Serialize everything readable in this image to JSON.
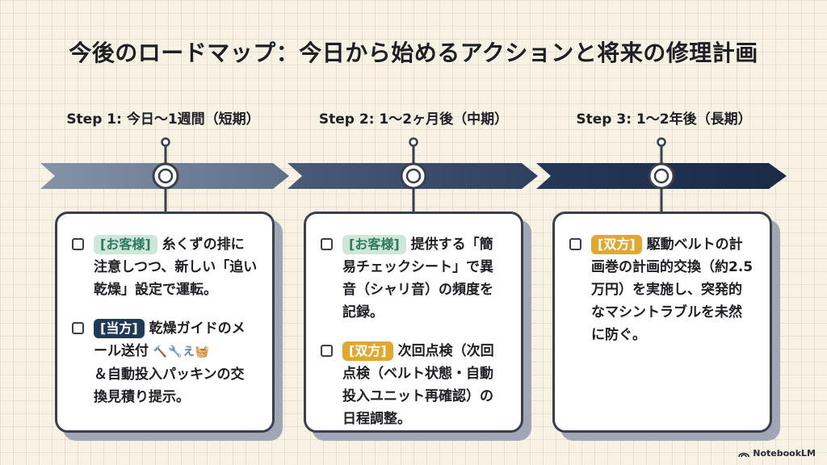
{
  "title": "今後のロードマップ：今日から始めるアクションと将来の修理計画",
  "steps": [
    {
      "heading": "Step 1: 今日〜1週間（短期）",
      "items": [
        {
          "tag": "[お客様]",
          "text": "糸くずの排に注意しつつ、新しい「追い乾燥」設定で運転。"
        },
        {
          "tag": "[当方]",
          "text": "乾燥ガイドのメール送付",
          "extra": "🔨🔧え🧺",
          "text2": "＆自動投入パッキンの交換見積り提示。"
        }
      ]
    },
    {
      "heading": "Step 2: 1〜2ヶ月後（中期）",
      "items": [
        {
          "tag": "[お客様]",
          "text": "提供する「簡易チェックシート」で異音（シャリ音）の頻度を記録。"
        },
        {
          "tag": "[双方]",
          "text": "次回点検（次回点検（ベルト状態・自動投入ユニット再確認）の日程調整。"
        }
      ]
    },
    {
      "heading": "Step 3: 1〜2年後（長期）",
      "items": [
        {
          "tag": "[双方]",
          "text": "駆動ベルトの計画巻の計画的交換（約2.5万円）を実施し、突発的なマシントラブルを未然に防ぐ。"
        }
      ]
    }
  ],
  "brand": "NotebookLM",
  "colors": {
    "segment1": "#6d7d95",
    "segment2": "#344564",
    "segment3": "#1f3150",
    "tag_customer_bg": "#cfe6db",
    "tag_ours_bg": "#1f3957",
    "tag_both_bg": "#e2a82e"
  }
}
